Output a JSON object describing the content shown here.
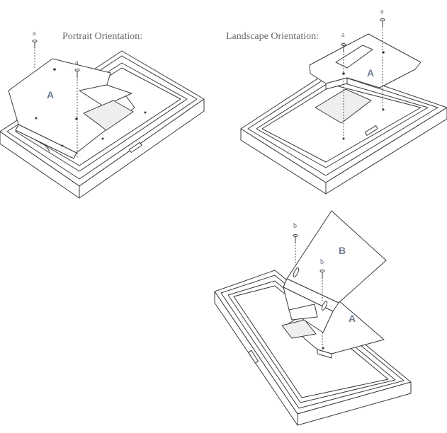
{
  "captions": {
    "portrait": "Portrait Orientation:",
    "landscape": "Landscape Orientation:"
  },
  "labels": {
    "screw_a": "a",
    "screw_b": "b",
    "plate_a": "A",
    "plate_b": "B"
  }
}
